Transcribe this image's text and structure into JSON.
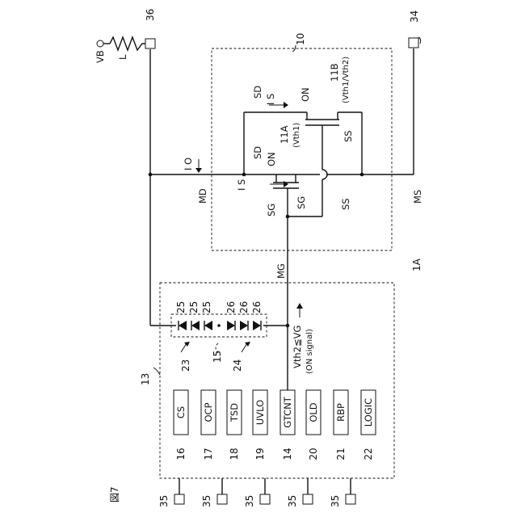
{
  "figure_label": "図7",
  "refs": {
    "battery_terminal": "36",
    "ground_terminal": "34",
    "device": "10",
    "driver": "13",
    "diode_string": "15",
    "diodes_a": "23",
    "diodes_b": "24",
    "diode_a": "25",
    "diode_b": "26",
    "pin": "35",
    "module": "1A"
  },
  "labels": {
    "vb": "VB",
    "inductor": "L",
    "io": "I O",
    "md": "MD",
    "mg": "MG",
    "ms": "MS",
    "sd": "SD",
    "sg": "SG",
    "ss": "SS",
    "is": "I S",
    "on": "ON",
    "t11a": "11A",
    "vth1": "(Vth1)",
    "t11b": "11B",
    "vth1vth2": "(Vth1/Vth2)",
    "cond": "Vth2≦VG",
    "signal": "(ON signal)"
  },
  "blocks": [
    {
      "name": "CS",
      "ref": "16"
    },
    {
      "name": "OCP",
      "ref": "17"
    },
    {
      "name": "TSD",
      "ref": "18"
    },
    {
      "name": "UVLO",
      "ref": "19"
    },
    {
      "name": "GTCNT",
      "ref": "14"
    },
    {
      "name": "OLD",
      "ref": "20"
    },
    {
      "name": "RBP",
      "ref": "21"
    },
    {
      "name": "LOGIC",
      "ref": "22"
    }
  ]
}
